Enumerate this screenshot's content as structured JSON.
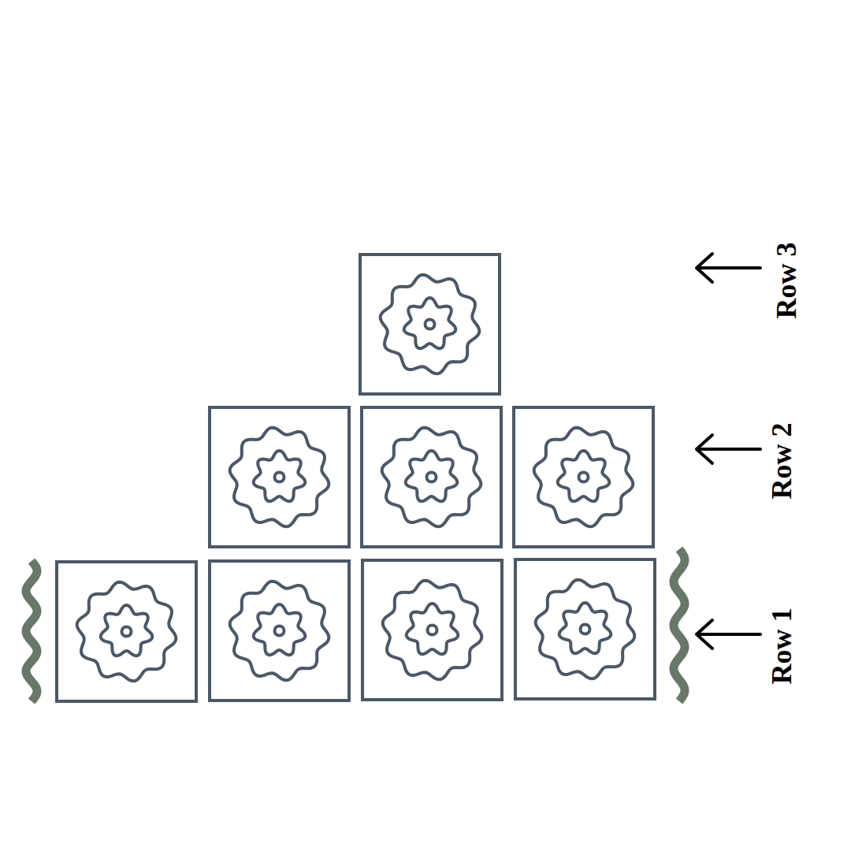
{
  "diagram": {
    "labels": [
      "Row 1",
      "Row 2",
      "Row 3"
    ]
  }
}
